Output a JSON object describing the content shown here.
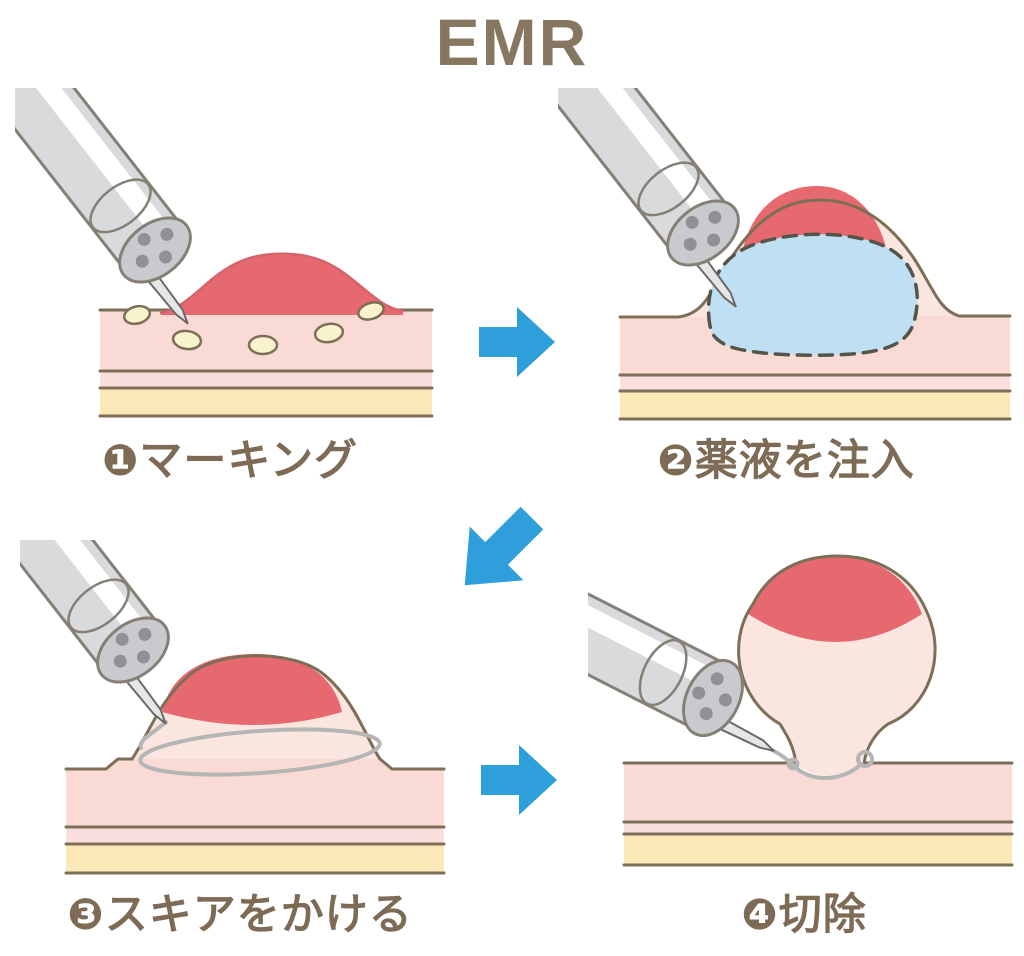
{
  "title": "EMR",
  "steps": [
    {
      "label": "❶マーキング"
    },
    {
      "label": "❷薬液を注入"
    },
    {
      "label": "❸スキアをかける"
    },
    {
      "label": "❹切除"
    }
  ],
  "arrows": [
    {
      "icon": "arrow-right"
    },
    {
      "icon": "arrow-down-left"
    },
    {
      "icon": "arrow-right"
    }
  ],
  "palette": {
    "background": "#ffffff",
    "title_brown": "#877760",
    "label_brown": "#7d6b55",
    "arrow_blue": "#2e9fda",
    "outline_brown": "#7d6e58",
    "mucosa_pink": "#f9dad5",
    "submucosa_pink": "#f9e0de",
    "muscle_cream": "#fbe8b7",
    "lesion_pink": "#fbe5df",
    "polyp_red": "#e5696f",
    "polyp_stroke": "#d4646b",
    "fluid_blue": "#bfe0f3",
    "dash_gray": "#55544a",
    "scope_gray": "#d9dadc",
    "scope_face_gray": "#c9cacd",
    "scope_hole_gray": "#909196",
    "scope_outline": "#867f76",
    "snare_gray": "#b5b5b5",
    "marking_cream": "#f8f3cd"
  }
}
